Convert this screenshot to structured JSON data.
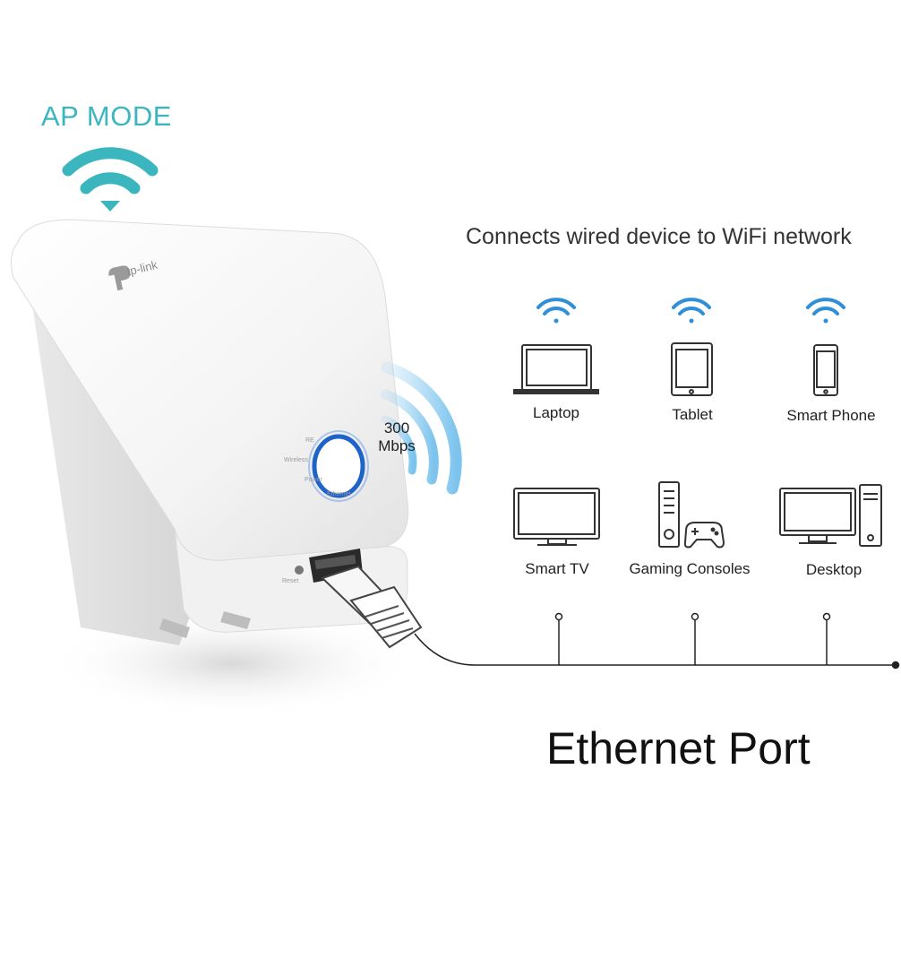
{
  "mode_title": "AP MODE",
  "headline": "Connects wired device to WiFi network",
  "speed": {
    "value": "300",
    "unit": "Mbps"
  },
  "brand": "tp-link",
  "device_leds": [
    "RE",
    "Wireless",
    "Power",
    "Ethernet"
  ],
  "reset_label": "Reset",
  "wireless_devices": [
    {
      "label": "Laptop",
      "icon": "laptop-icon"
    },
    {
      "label": "Tablet",
      "icon": "tablet-icon"
    },
    {
      "label": "Smart Phone",
      "icon": "smartphone-icon"
    }
  ],
  "wired_devices": [
    {
      "label": "Smart TV",
      "icon": "tv-icon"
    },
    {
      "label": "Gaming Consoles",
      "icon": "console-icon"
    },
    {
      "label": "Desktop",
      "icon": "desktop-icon"
    }
  ],
  "port_title": "Ethernet Port",
  "colors": {
    "accent_teal": "#3cb6be",
    "wifi_blue": "#2f8fd8",
    "line_dark": "#222222",
    "led_ring": "#1e64c8"
  }
}
